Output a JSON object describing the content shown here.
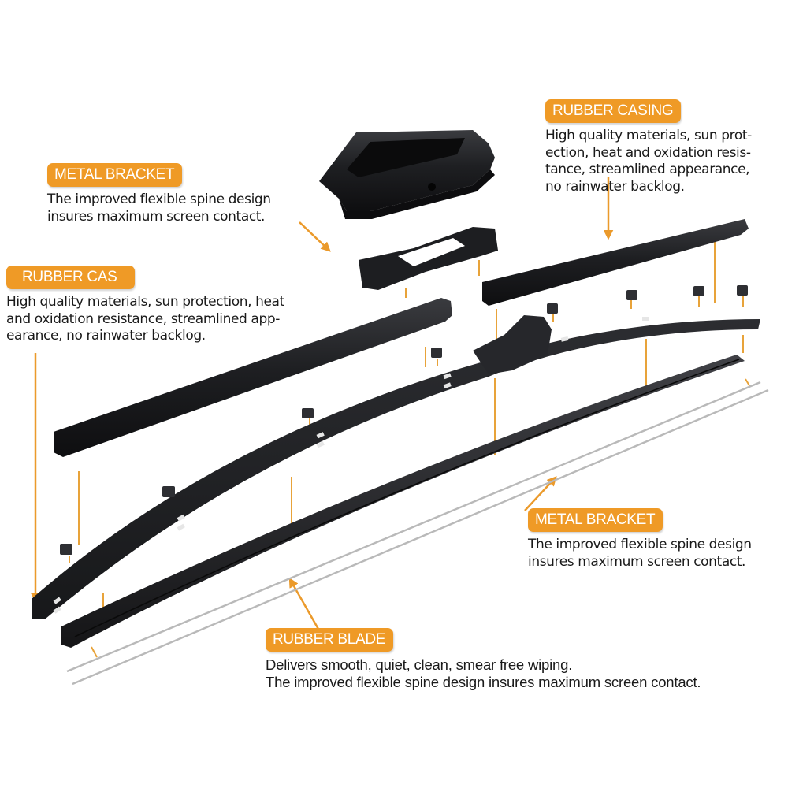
{
  "colors": {
    "accent": "#ef9a26",
    "leader_line": "#e8a33a",
    "part_black": "#1c1c1e",
    "steel": "#b9b9b9",
    "text": "#1a1a1a"
  },
  "callouts": {
    "metal_bracket_top": {
      "title": "METAL BRACKET",
      "lines": [
        "The improved flexible spine design",
        "insures maximum screen contact."
      ]
    },
    "rubber_cas": {
      "title": "RUBBER CAS",
      "lines": [
        "High quality materials, sun protection, heat",
        "and oxidation resistance, streamlined app-",
        "earance, no rainwater backlog."
      ]
    },
    "rubber_casing": {
      "title": "RUBBER CASING",
      "lines": [
        "High quality materials, sun prot-",
        "ection, heat and oxidation resis-",
        "tance, streamlined appearance,",
        "no rainwater backlog."
      ]
    },
    "metal_bracket_right": {
      "title": "METAL BRACKET",
      "lines": [
        "The improved flexible spine design",
        "insures maximum screen contact."
      ]
    },
    "rubber_blade": {
      "title": "RUBBER BLADE",
      "lines": [
        "Delivers smooth, quiet, clean, smear free wiping.",
        "The improved flexible spine design insures maximum screen contact."
      ]
    }
  },
  "parts": [
    {
      "name": "adapter-cover",
      "icon": "adapter-cover-icon"
    },
    {
      "name": "adapter-mount",
      "icon": "adapter-mount-icon"
    },
    {
      "name": "rubber-casing-right",
      "icon": "spoiler-icon"
    },
    {
      "name": "rubber-casing-left",
      "icon": "spoiler-icon"
    },
    {
      "name": "metal-spine",
      "icon": "spine-icon"
    },
    {
      "name": "end-clips",
      "icon": "clip-icon"
    },
    {
      "name": "rubber-blade",
      "icon": "blade-icon"
    },
    {
      "name": "steel-strips",
      "icon": "steel-strip-icon"
    }
  ]
}
